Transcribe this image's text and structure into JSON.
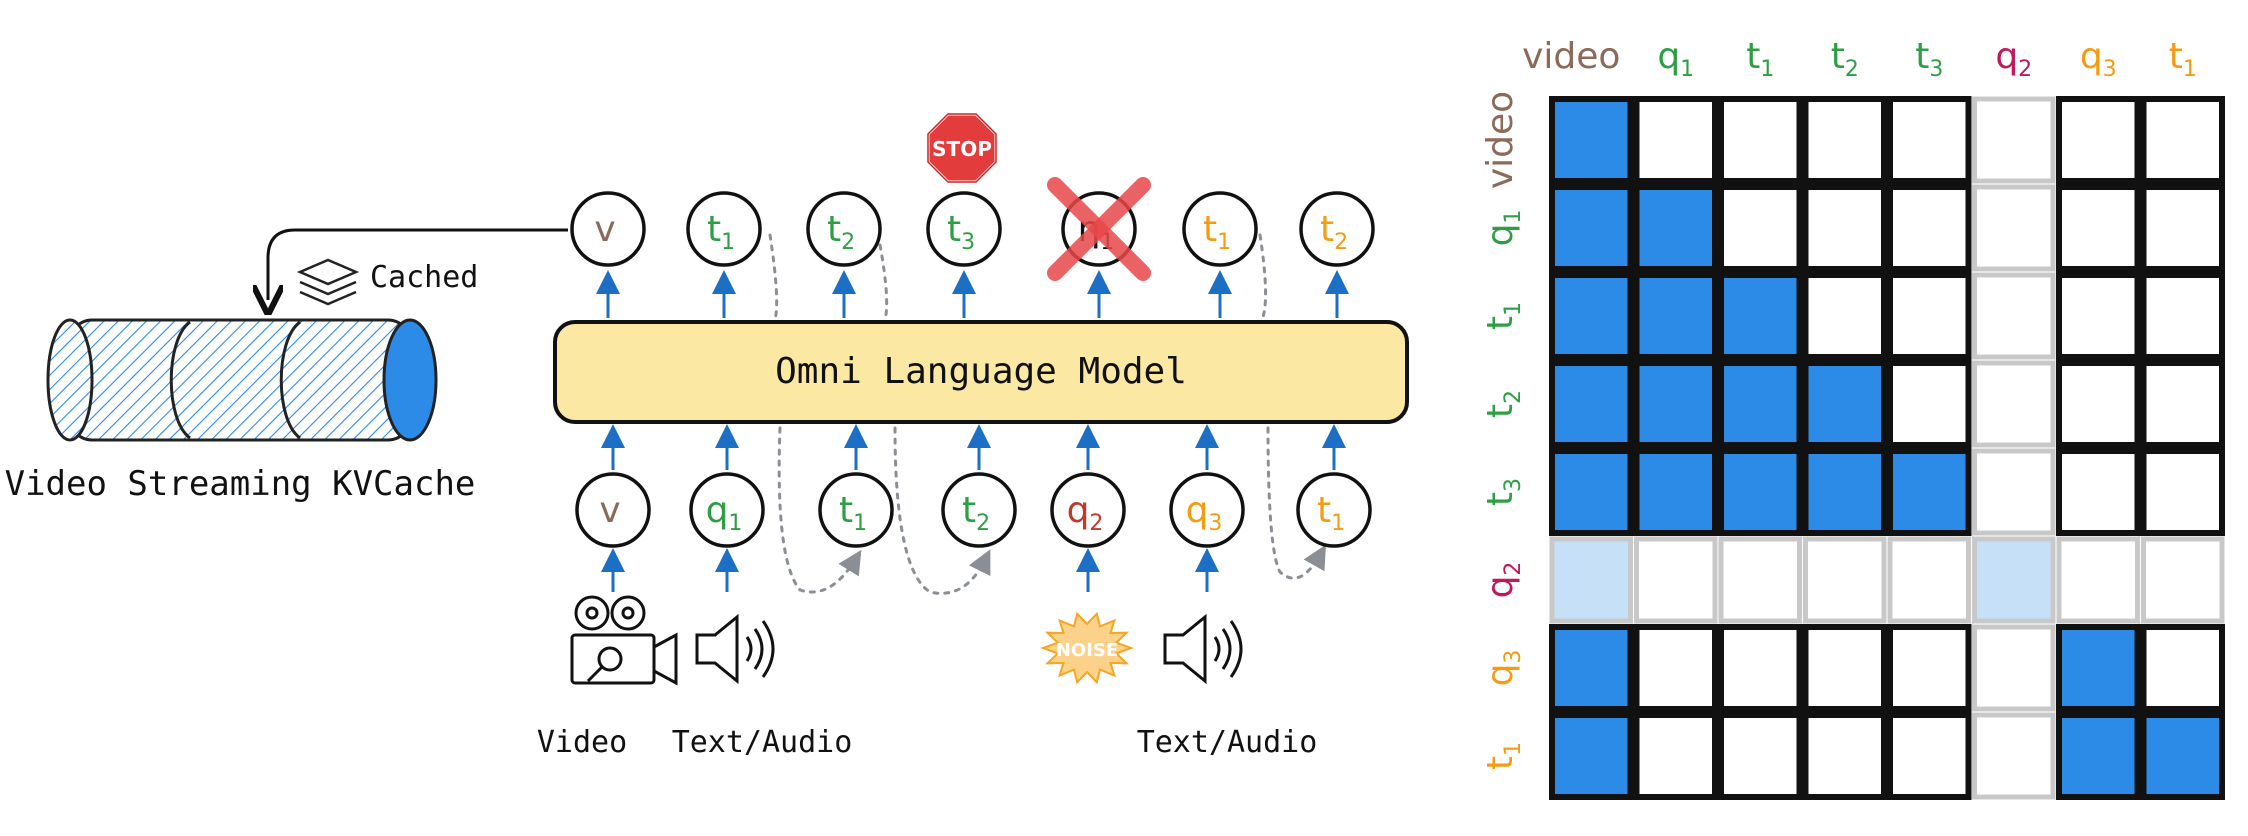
{
  "colors": {
    "video_token": "#8b6a5a",
    "green_token": "#2e9e44",
    "orange_token": "#f39c12",
    "red_token": "#c0392b",
    "q2_label": "#c2185b",
    "blue": "#2b8be6",
    "light_blue": "#c6e0f8",
    "model_fill": "#fbe9a3",
    "arrow_blue": "#1c6fc4",
    "stop_red": "#e23c3c",
    "noise_orange": "#f5a623"
  },
  "cache": {
    "label": "Cached",
    "title": "Video Streaming KVCache"
  },
  "model": {
    "label": "Omni Language Model"
  },
  "stop_sign": {
    "text": "STOP"
  },
  "noise_badge": {
    "text": "NOISE"
  },
  "output_tokens": [
    {
      "main": "v",
      "sub": "",
      "color": "video_token",
      "crossed": false
    },
    {
      "main": "t",
      "sub": "1",
      "color": "green_token",
      "crossed": false
    },
    {
      "main": "t",
      "sub": "2",
      "color": "green_token",
      "crossed": false
    },
    {
      "main": "t",
      "sub": "3",
      "color": "green_token",
      "crossed": false
    },
    {
      "main": "η",
      "sub": "1",
      "color": "black",
      "crossed": true
    },
    {
      "main": "t",
      "sub": "1",
      "color": "orange_token",
      "crossed": false
    },
    {
      "main": "t",
      "sub": "2",
      "color": "orange_token",
      "crossed": false
    }
  ],
  "input_tokens": [
    {
      "main": "v",
      "sub": "",
      "color": "video_token"
    },
    {
      "main": "q",
      "sub": "1",
      "color": "green_token"
    },
    {
      "main": "t",
      "sub": "1",
      "color": "green_token"
    },
    {
      "main": "t",
      "sub": "2",
      "color": "green_token"
    },
    {
      "main": "q",
      "sub": "2",
      "color": "red_token"
    },
    {
      "main": "q",
      "sub": "3",
      "color": "orange_token"
    },
    {
      "main": "t",
      "sub": "1",
      "color": "orange_token"
    }
  ],
  "source_labels": {
    "video": "Video",
    "text_audio_1": "Text/Audio",
    "text_audio_2": "Text/Audio"
  },
  "matrix": {
    "col_labels": [
      {
        "main": "video",
        "sub": "",
        "color": "video_token"
      },
      {
        "main": "q",
        "sub": "1",
        "color": "green_token"
      },
      {
        "main": "t",
        "sub": "1",
        "color": "green_token"
      },
      {
        "main": "t",
        "sub": "2",
        "color": "green_token"
      },
      {
        "main": "t",
        "sub": "3",
        "color": "green_token"
      },
      {
        "main": "q",
        "sub": "2",
        "color": "q2_label"
      },
      {
        "main": "q",
        "sub": "3",
        "color": "orange_token"
      },
      {
        "main": "t",
        "sub": "1",
        "color": "orange_token"
      }
    ],
    "row_labels": [
      {
        "main": "video",
        "sub": "",
        "color": "video_token"
      },
      {
        "main": "q",
        "sub": "1",
        "color": "green_token"
      },
      {
        "main": "t",
        "sub": "1",
        "color": "green_token"
      },
      {
        "main": "t",
        "sub": "2",
        "color": "green_token"
      },
      {
        "main": "t",
        "sub": "3",
        "color": "green_token"
      },
      {
        "main": "q",
        "sub": "2",
        "color": "q2_label"
      },
      {
        "main": "q",
        "sub": "3",
        "color": "orange_token"
      },
      {
        "main": "t",
        "sub": "1",
        "color": "orange_token"
      }
    ],
    "cells": [
      [
        1,
        0,
        0,
        0,
        0,
        0,
        0,
        0
      ],
      [
        1,
        1,
        0,
        0,
        0,
        0,
        0,
        0
      ],
      [
        1,
        1,
        1,
        0,
        0,
        0,
        0,
        0
      ],
      [
        1,
        1,
        1,
        1,
        0,
        0,
        0,
        0
      ],
      [
        1,
        1,
        1,
        1,
        1,
        0,
        0,
        0
      ],
      [
        2,
        0,
        0,
        0,
        0,
        2,
        0,
        0
      ],
      [
        1,
        0,
        0,
        0,
        0,
        0,
        1,
        0
      ],
      [
        1,
        0,
        0,
        0,
        0,
        0,
        1,
        1
      ]
    ],
    "dimmed_row": 5,
    "dimmed_col": 5
  }
}
